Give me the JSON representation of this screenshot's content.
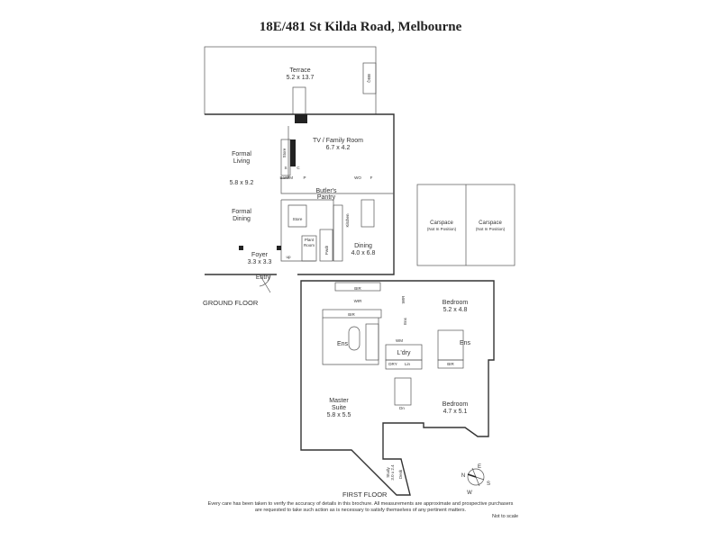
{
  "title": "18E/481 St Kilda Road, Melbourne",
  "ground_floor": {
    "label": "GROUND FLOOR",
    "rooms": {
      "terrace": {
        "name": "Terrace",
        "size": "5.2 x 13.7"
      },
      "bbq": "BBQ",
      "tv_family": {
        "name": "TV / Family Room",
        "size": "6.7 x 4.2"
      },
      "formal_living": {
        "name1": "Formal",
        "name2": "Living",
        "size": "5.8 x 9.2"
      },
      "formal_dining": {
        "name1": "Formal",
        "name2": "Dining"
      },
      "butlers_pantry": {
        "name1": "Butler's",
        "name2": "Pantry"
      },
      "kitchen": "Kitchen",
      "store": "Store",
      "store2": "Store",
      "plant_room": {
        "name1": "Plant",
        "name2": "Room"
      },
      "pwdr": "Pwdr",
      "dining": {
        "name": "Dining",
        "size": "4.0 x 6.8"
      },
      "foyer": {
        "name": "Foyer",
        "size": "3.3 x 3.3"
      },
      "entry": "Entry",
      "small": {
        "bar": "Bar",
        "wm": "WM",
        "p": "P",
        "wo": "WO",
        "f": "F",
        "s": "S",
        "c": "C",
        "up": "up"
      }
    }
  },
  "carspaces": [
    {
      "name": "Carspace",
      "note": "(Not In Position)"
    },
    {
      "name": "Carspace",
      "note": "(Not In Position)"
    }
  ],
  "first_floor": {
    "label": "FIRST FLOOR",
    "rooms": {
      "bedroom1": {
        "name": "Bedroom",
        "size": "5.2 x 4.8"
      },
      "bedroom2": {
        "name": "Bedroom",
        "size": "4.7 x 5.1"
      },
      "master": {
        "name1": "Master",
        "name2": "Suite",
        "size": "5.8 x 5.5"
      },
      "ens_master": "Ens",
      "ens2": "Ens",
      "ens3": "Ens",
      "ldry": "L'dry",
      "wir": "WIR",
      "wir2": "WIR",
      "bir": "BIR",
      "bir2": "BIR",
      "bir3": "BIR",
      "study": {
        "name": "Study",
        "size": "3.0 x 2.4",
        "desk": "Desk"
      },
      "dry": "DRY",
      "lin": "Lin",
      "wm": "WM",
      "dn": "Dn"
    }
  },
  "compass": {
    "n": "N",
    "e": "E",
    "s": "S",
    "w": "W"
  },
  "disclaimer_line1": "Every care has been taken to verify the accuracy of details in this brochure.  All measurements are approximate and prospective purchasers",
  "disclaimer_line2": "are requested to take such action as is necessary to satisfy themselves of any pertinent matters.",
  "not_to_scale": "Not to scale"
}
